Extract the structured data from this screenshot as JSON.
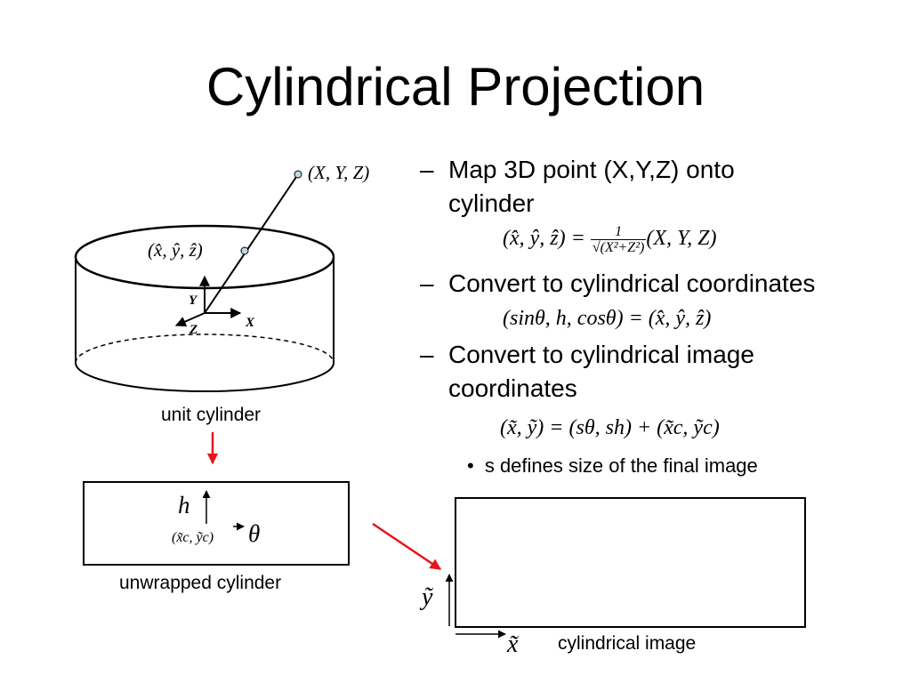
{
  "slide": {
    "title": "Cylindrical Projection"
  },
  "bullets": [
    {
      "marker": "–",
      "text": "Map 3D point (X,Y,Z) onto cylinder"
    },
    {
      "marker": "–",
      "text": "Convert to cylindrical coordinates"
    },
    {
      "marker": "–",
      "text": "Convert to cylindrical image coordinates"
    }
  ],
  "equations": {
    "projection_lhs": "(x̂, ŷ, ẑ) =",
    "projection_numerator": "1",
    "projection_denominator": "√(X²+Z²)",
    "projection_rhs": "(X, Y, Z)",
    "cylindrical_coords": "(sinθ, h, cosθ) = (x̂, ŷ, ẑ)",
    "image_coords": "(x̃, ỹ) = (sθ, sh) + (x̃c, ỹc)"
  },
  "sub_bullet": {
    "marker": "•",
    "text": "s defines size of the final image"
  },
  "diagram": {
    "point_label": "(X, Y, Z)",
    "projected_label": "(x̂, ŷ, ẑ)",
    "axis_y": "Y",
    "axis_x": "X",
    "axis_z": "Z",
    "unit_cylinder_caption": "unit cylinder",
    "unwrapped_h": "h",
    "unwrapped_theta": "θ",
    "unwrapped_center": "(x̃c, ỹc)",
    "unwrapped_caption": "unwrapped cylinder",
    "image_y_label": "ỹ",
    "image_x_label": "x̃",
    "image_caption": "cylindrical image"
  },
  "colors": {
    "arrow_red": "#e8141b",
    "point_fill": "#bcd8e8"
  }
}
